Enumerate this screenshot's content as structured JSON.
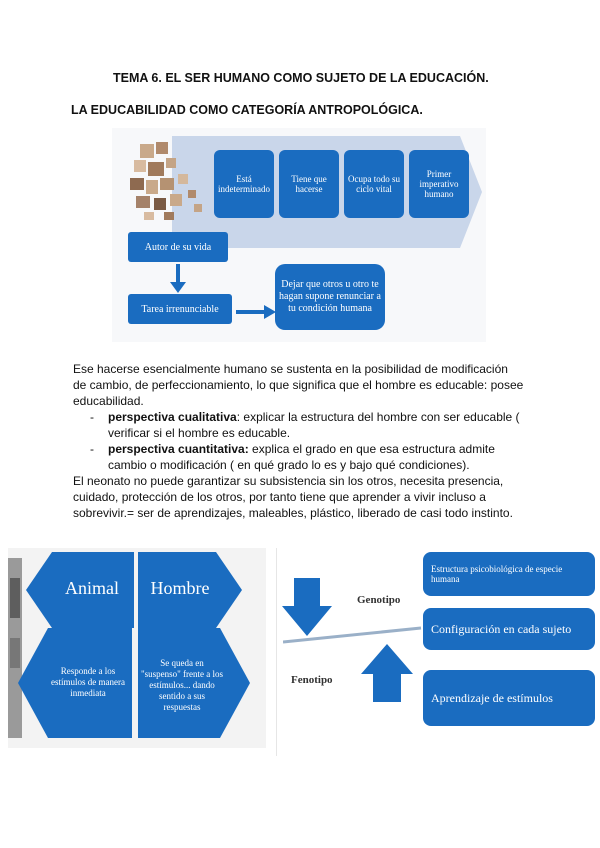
{
  "heading": {
    "tema": "TEMA 6.  EL SER HUMANO COMO SUJETO DE LA EDUCACIÓN.",
    "sub": "LA EDUCABILIDAD  COMO CATEGORÍA ANTROPOLÓGICA."
  },
  "diagram1": {
    "boxes": [
      "Está indeterminado",
      "Tiene que hacerse",
      "Ocupa todo su ciclo vital",
      "Primer imperativo humano"
    ],
    "autor": "Autor de su vida",
    "tarea": "Tarea irrenunciable",
    "dejar": "Dejar que otros u otro te hagan supone renunciar a tu condición humana"
  },
  "body": {
    "p1": [
      "Ese hacerse esencialmente humano se sustenta en  la posibilidad de modificación",
      "de cambio, de perfeccionamiento, lo que significa que el hombre es educable: posee",
      "educabilidad."
    ],
    "b1_bold": "perspectiva cualitativa",
    "b1_rest": ": explicar la estructura del hombre con ser educable (",
    "b1_line2": "verificar si el hombre es educable.",
    "b2_bold": "perspectiva cuantitativa:",
    "b2_rest": " explica el grado en que esa estructura admite",
    "b2_line2": "cambio o modificación ( en qué grado lo es y bajo qué condiciones).",
    "p2": [
      "El neonato  no puede garantizar  su subsistencia sin  los otros, necesita presencia,",
      "cuidado, protección de los otros, por tanto tiene que aprender a vivir incluso a",
      "sobrevivir.= ser de aprendizajes, maleables, plástico, liberado de casi todo instinto."
    ],
    "dash": "-"
  },
  "diagram2": {
    "animal": "Animal",
    "hombre": "Hombre",
    "responde": "Responde a los estímulos de manera inmediata",
    "suspenso": "Se queda en \"suspenso\" frente a los estímulos... dando sentido a sus respuestas"
  },
  "diagram3": {
    "genotipo": "Genotipo",
    "fenotipo": "Fenotipo",
    "estructura": "Estructura psicobiológica de especie humana",
    "configuracion": "Configuración en cada sujeto",
    "aprendizaje": "Aprendizaje de estímulos"
  },
  "colors": {
    "blue": "#1a6cc0",
    "chevron": "#c9d6ea"
  }
}
